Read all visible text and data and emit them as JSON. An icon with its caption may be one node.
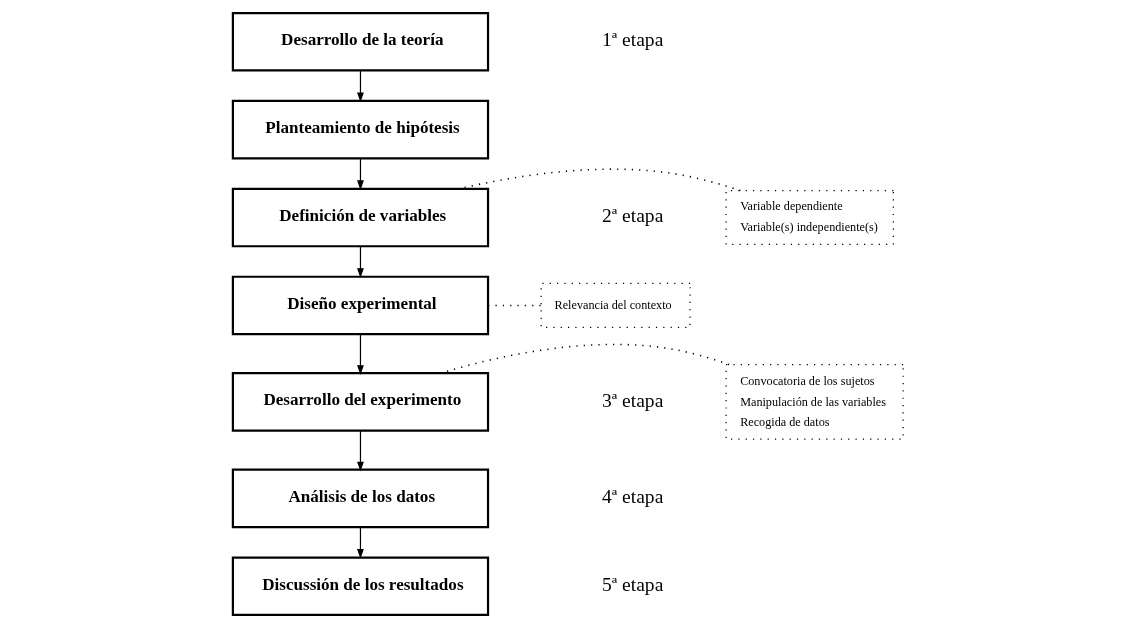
{
  "diagram": {
    "nodes": [
      {
        "text": [
          "Desarrollo de la teoría"
        ]
      },
      {
        "text": [
          "Planteamiento de hipótesis"
        ]
      },
      {
        "text": [
          "Definición de variables"
        ]
      },
      {
        "text": [
          "Diseño experimental"
        ]
      },
      {
        "text": [
          "Desarrollo del experimento"
        ]
      },
      {
        "text": [
          "Análisis de los datos"
        ]
      },
      {
        "text": [
          "Discussión de los resultados"
        ]
      },
      {
        "text": [
          "Variable dependiente",
          "Variable(s) independiente(s)"
        ]
      },
      {
        "text": [
          "Relevancia del contexto"
        ]
      },
      {
        "text": [
          "Convocatoria de los sujetos",
          "Manipulación de las variables",
          "Recogida de datos"
        ]
      }
    ],
    "edges": [
      {
        "from": 0,
        "to": 1,
        "arrow": "to"
      },
      {
        "from": 1,
        "to": 2,
        "arrow": "to"
      },
      {
        "from": 2,
        "to": 3,
        "arrow": "to"
      },
      {
        "from": 3,
        "to": 4,
        "arrow": "to"
      },
      {
        "from": 4,
        "to": 5,
        "arrow": "to"
      },
      {
        "from": 5,
        "to": 6,
        "arrow": "to"
      },
      {
        "from": 7,
        "to": 2,
        "arrow": "none",
        "style": "dashed"
      },
      {
        "from": 8,
        "to": 3,
        "arrow": "none",
        "style": "dashed"
      },
      {
        "from": 9,
        "to": 4,
        "arrow": "none",
        "style": "dashed"
      }
    ],
    "labels": [
      "1ª etapa",
      "2ª etapa",
      "3ª etapa",
      "4ª etapa",
      "5ª etapa"
    ]
  }
}
